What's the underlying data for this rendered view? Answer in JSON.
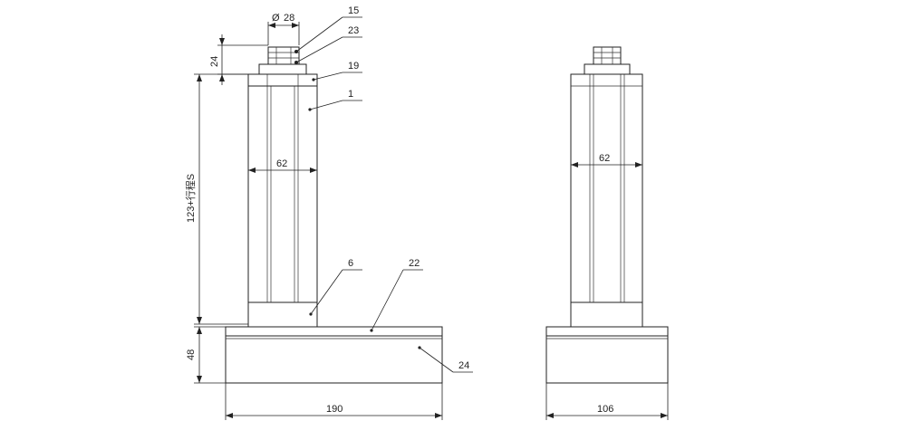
{
  "dimensions": {
    "diameter_symbol": "Ø",
    "diameter_value": "28",
    "cap_height": "24",
    "body_height": "123+行程S",
    "tube_width_front": "62",
    "tube_width_side": "62",
    "base_height": "48",
    "base_length": "190",
    "base_width_side": "106"
  },
  "part_labels": {
    "p15": "15",
    "p23": "23",
    "p19": "19",
    "p1": "1",
    "p6": "6",
    "p22": "22",
    "p24": "24"
  }
}
